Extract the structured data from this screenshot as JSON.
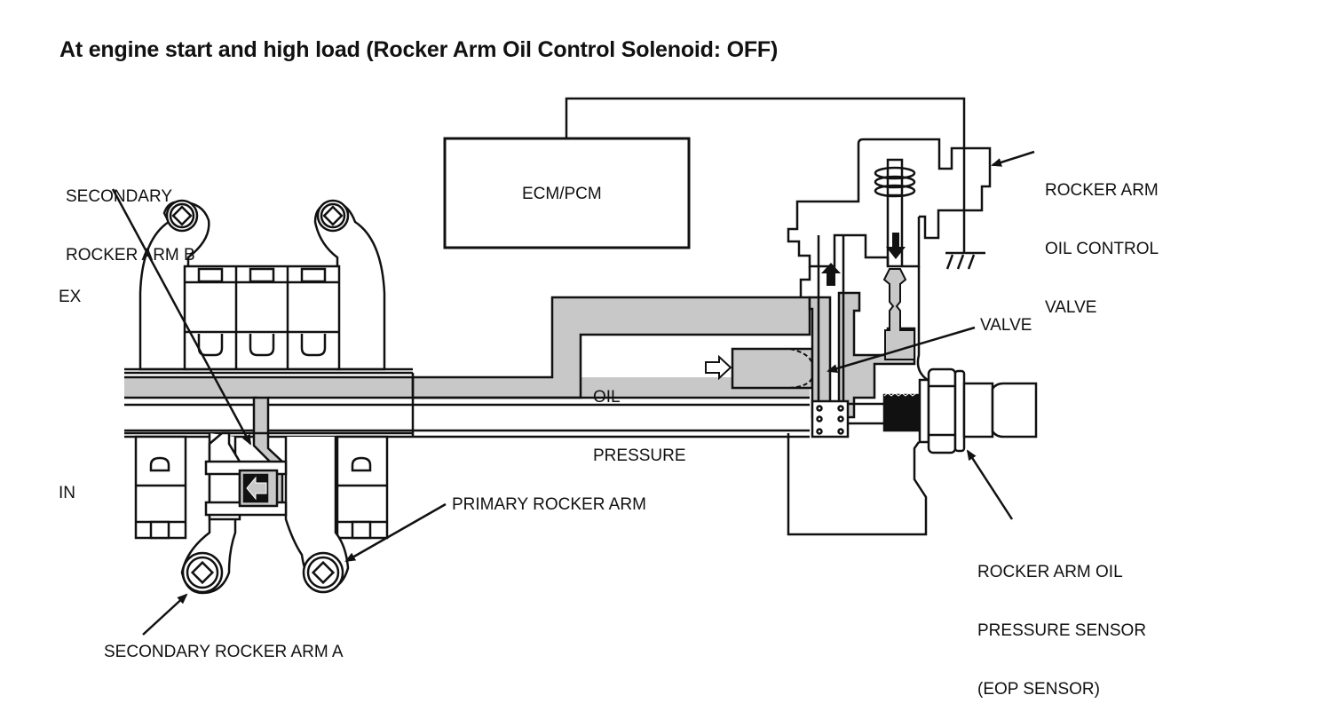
{
  "title": "At engine start and high load (Rocker Arm Oil Control Solenoid: OFF)",
  "solenoid_state": "OFF",
  "labels": {
    "secondary_rocker_arm_b": [
      "SECONDARY",
      "ROCKER ARM B"
    ],
    "ecm_pcm": "ECM/PCM",
    "rocker_arm_oil_control_valve": [
      "ROCKER ARM",
      "OIL CONTROL",
      "VALVE"
    ],
    "ex": "EX",
    "in": "IN",
    "valve": "VALVE",
    "oil_pressure": [
      "OIL",
      "PRESSURE"
    ],
    "primary_rocker_arm": "PRIMARY ROCKER ARM",
    "eop_sensor": [
      "ROCKER ARM OIL",
      "PRESSURE SENSOR",
      "(EOP SENSOR)"
    ],
    "secondary_rocker_arm_a": "SECONDARY ROCKER ARM A"
  },
  "colors": {
    "line": "#111111",
    "oil_fill": "#c8c8c8",
    "background": "#ffffff"
  }
}
